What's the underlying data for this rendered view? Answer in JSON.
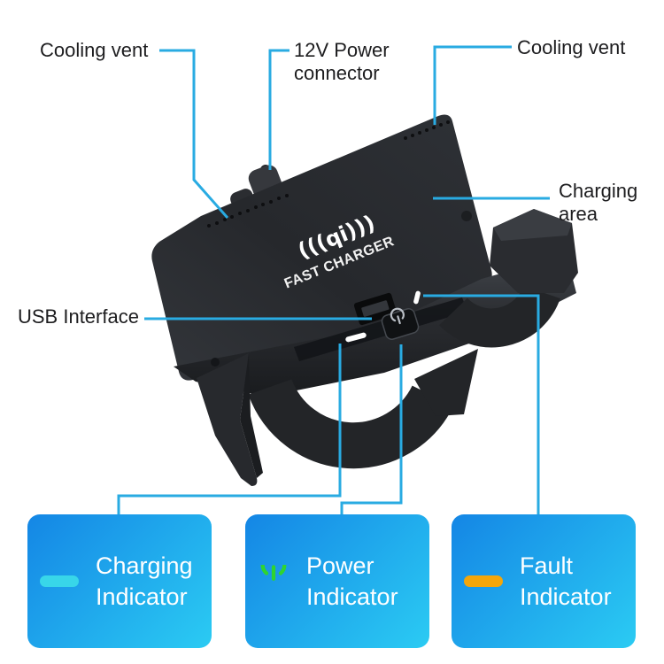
{
  "annotations": {
    "cooling_vent_left": "Cooling vent",
    "power_connector": [
      "12V Power",
      "connector"
    ],
    "cooling_vent_right": "Cooling vent",
    "charging_area": [
      "Charging",
      "area"
    ],
    "usb_interface": "USB Interface"
  },
  "device": {
    "qi_logo": "(((qi)))",
    "brand_text": "FAST CHARGER"
  },
  "indicator_cards": [
    {
      "name": "charging-indicator",
      "line1": "Charging",
      "line2": "Indicator",
      "icon": "cyan-dash-icon",
      "icon_color": "#38d6e9"
    },
    {
      "name": "power-indicator",
      "line1": "Power",
      "line2": "Indicator",
      "icon": "power-symbol-icon",
      "icon_color": "#2fd430"
    },
    {
      "name": "fault-indicator",
      "line1": "Fault",
      "line2": "Indicator",
      "icon": "amber-dash-icon",
      "icon_color": "#f4a60a"
    }
  ],
  "colors": {
    "leader_line": "#29abe2",
    "card_gradient_start": "#1486e5",
    "card_gradient_end": "#2bcbf3",
    "card_text": "#ffffff",
    "label_text": "#1d1d1f",
    "device_body": "#26282c"
  }
}
